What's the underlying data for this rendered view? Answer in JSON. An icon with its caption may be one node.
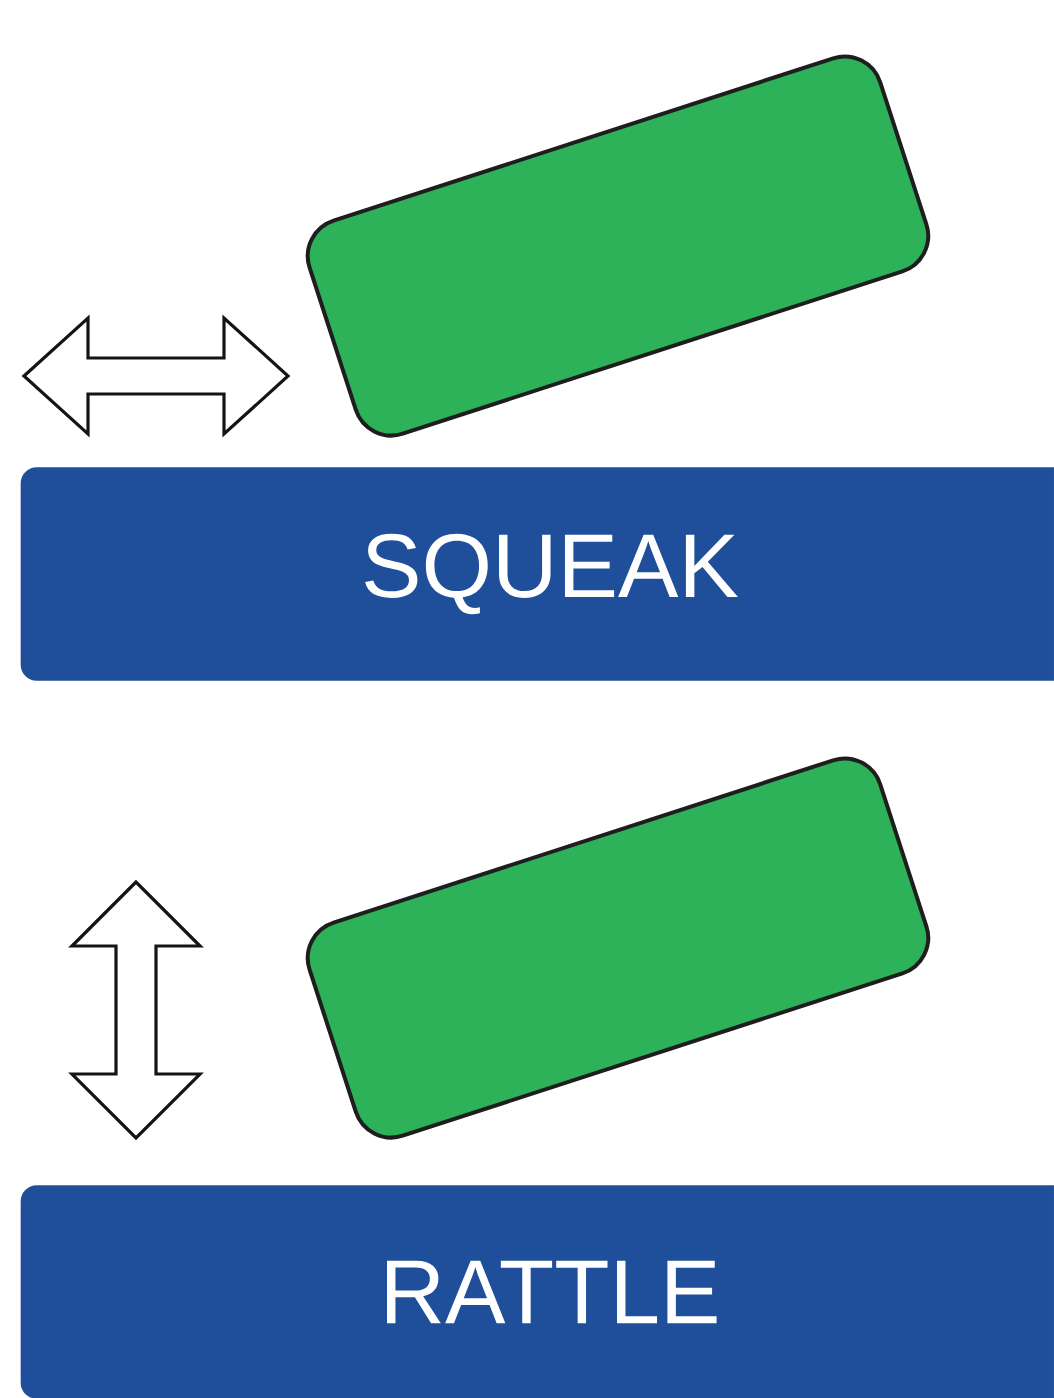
{
  "diagram": {
    "nodes": [
      {
        "text": [],
        "shape": "box"
      },
      {
        "text": [
          "SQUEAK"
        ]
      },
      {
        "text": [],
        "shape": "box"
      },
      {
        "text": [
          "RATTLE"
        ]
      }
    ]
  }
}
